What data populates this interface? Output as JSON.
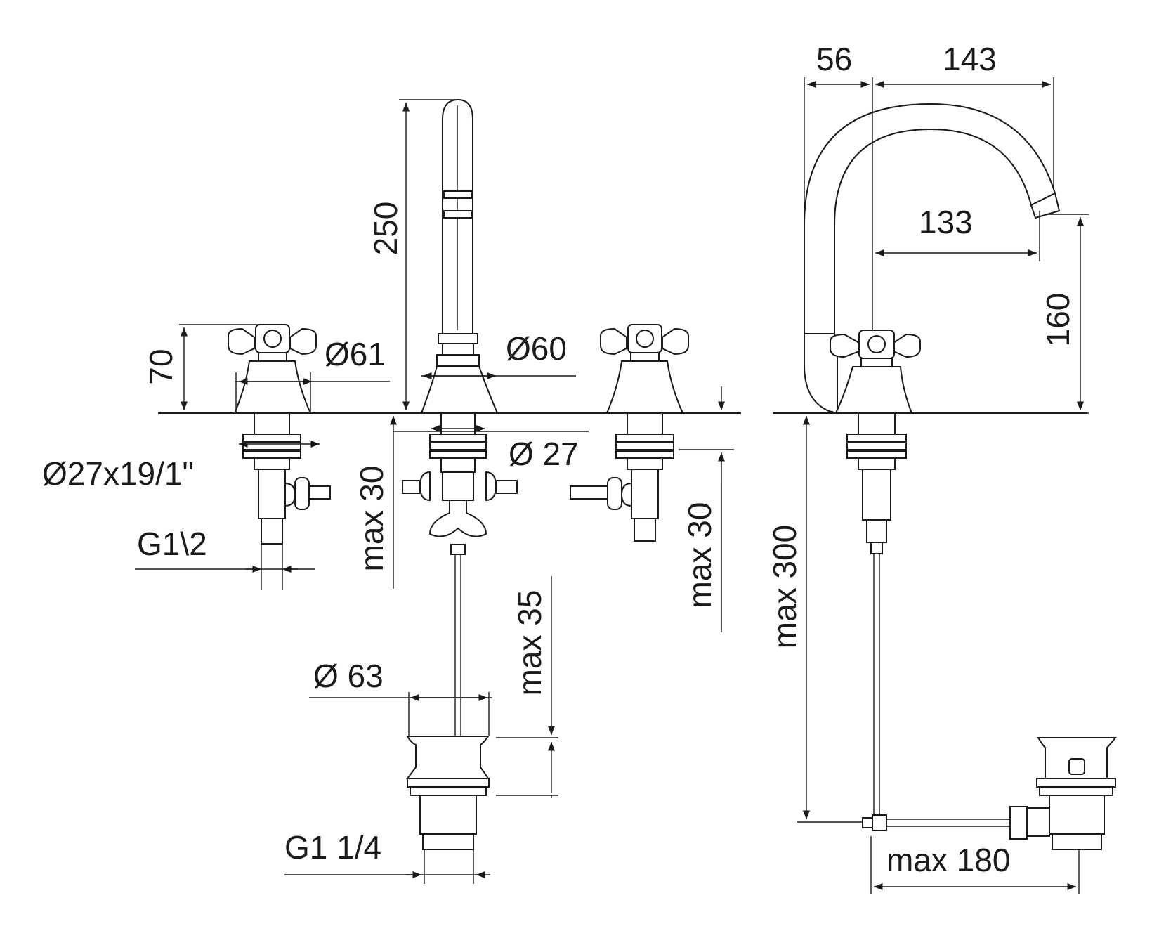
{
  "dimensions": {
    "d56": "56",
    "d143": "143",
    "d133": "133",
    "d160": "160",
    "d250": "250",
    "d70": "70",
    "dia61": "Ø61",
    "dia60": "Ø60",
    "dia27": "Ø 27",
    "dia27x19": "Ø27x19/1\"",
    "g12": "G1\\2",
    "max30_left": "max 30",
    "max30_right": "max 30",
    "max35": "max 35",
    "dia63": "Ø 63",
    "g114": "G1 1/4",
    "max300": "max 300",
    "max180": "max 180"
  }
}
